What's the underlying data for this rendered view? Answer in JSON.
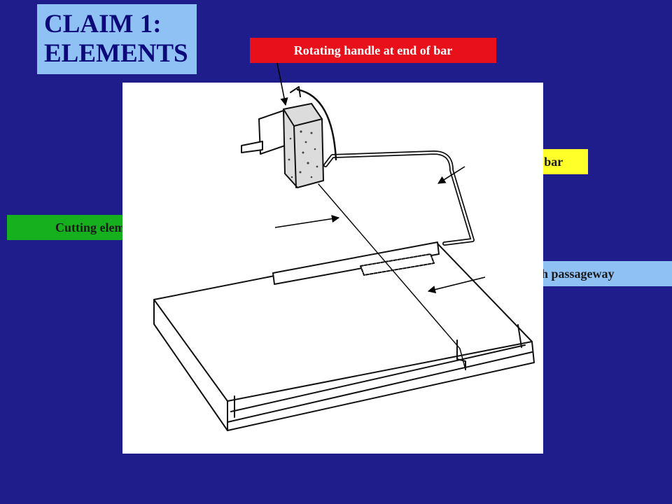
{
  "title": {
    "line1": "CLAIM 1:",
    "line2": "ELEMENTS"
  },
  "labels": {
    "handle": "Rotating handle at end of bar",
    "u_bar": "U-shaped bar",
    "cutting": "Cutting element attached to bar",
    "base": "Base, with passageway"
  },
  "colors": {
    "background": "#1f1d8c",
    "title_box": "#8fc1f4",
    "handle_label": "#e8101a",
    "u_bar_label": "#ffff2a",
    "cutting_label": "#16b01e",
    "base_label": "#8fc1f4"
  }
}
